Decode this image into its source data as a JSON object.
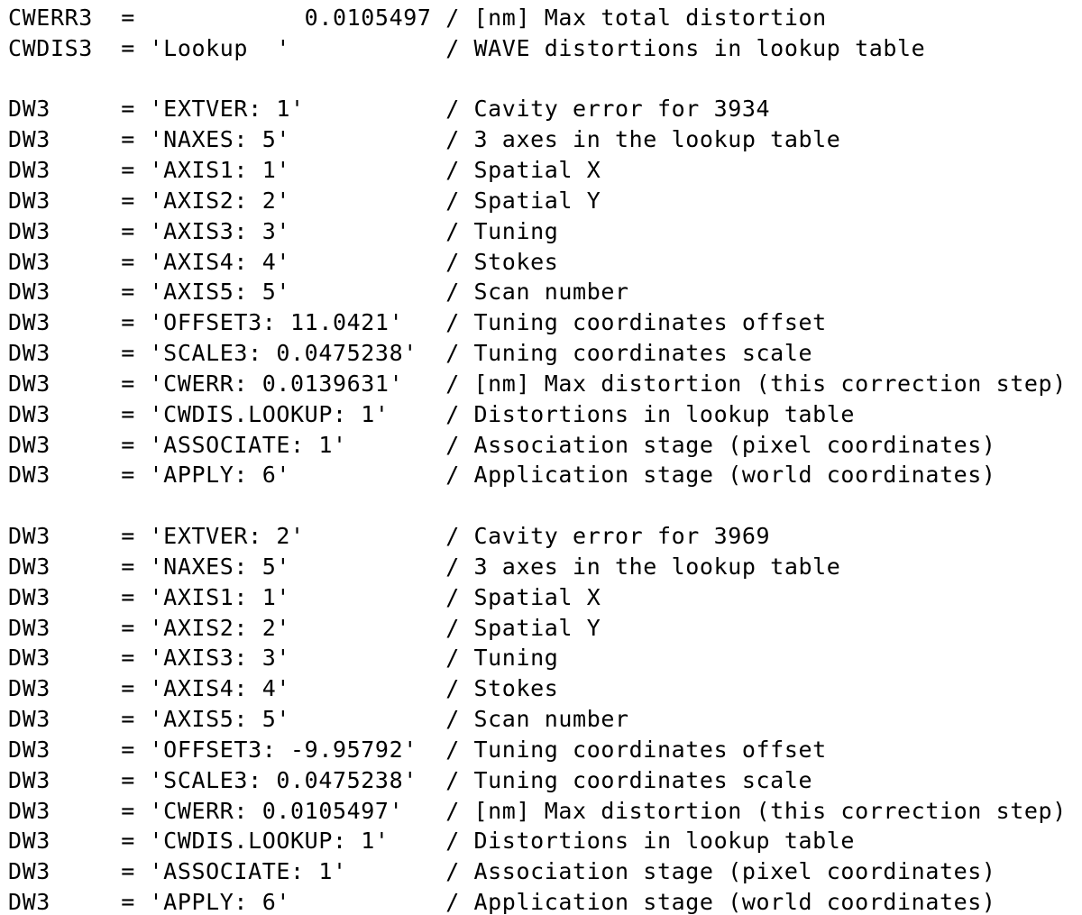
{
  "page": {
    "background_color": "#ffffff",
    "text_color": "#000000",
    "description_kind": "fits-header-card-listing"
  },
  "fits_header": {
    "cards": [
      {
        "kw": "CWERR3",
        "val": "0.0105497",
        "num": true,
        "comment": "[nm] Max total distortion"
      },
      {
        "kw": "CWDIS3",
        "val": "'Lookup  '",
        "num": false,
        "comment": "WAVE distortions in lookup table"
      },
      {
        "blank": true
      },
      {
        "kw": "DW3",
        "val": "'EXTVER: 1'",
        "num": false,
        "comment": "Cavity error for 3934"
      },
      {
        "kw": "DW3",
        "val": "'NAXES: 5'",
        "num": false,
        "comment": "3 axes in the lookup table"
      },
      {
        "kw": "DW3",
        "val": "'AXIS1: 1'",
        "num": false,
        "comment": "Spatial X"
      },
      {
        "kw": "DW3",
        "val": "'AXIS2: 2'",
        "num": false,
        "comment": "Spatial Y"
      },
      {
        "kw": "DW3",
        "val": "'AXIS3: 3'",
        "num": false,
        "comment": "Tuning"
      },
      {
        "kw": "DW3",
        "val": "'AXIS4: 4'",
        "num": false,
        "comment": "Stokes"
      },
      {
        "kw": "DW3",
        "val": "'AXIS5: 5'",
        "num": false,
        "comment": "Scan number"
      },
      {
        "kw": "DW3",
        "val": "'OFFSET3: 11.0421'",
        "num": false,
        "comment": "Tuning coordinates offset"
      },
      {
        "kw": "DW3",
        "val": "'SCALE3: 0.0475238'",
        "num": false,
        "comment": "Tuning coordinates scale"
      },
      {
        "kw": "DW3",
        "val": "'CWERR: 0.0139631'",
        "num": false,
        "comment": "[nm] Max distortion (this correction step)"
      },
      {
        "kw": "DW3",
        "val": "'CWDIS.LOOKUP: 1'",
        "num": false,
        "comment": "Distortions in lookup table"
      },
      {
        "kw": "DW3",
        "val": "'ASSOCIATE: 1'",
        "num": false,
        "comment": "Association stage (pixel coordinates)"
      },
      {
        "kw": "DW3",
        "val": "'APPLY: 6'",
        "num": false,
        "comment": "Application stage (world coordinates)"
      },
      {
        "blank": true
      },
      {
        "kw": "DW3",
        "val": "'EXTVER: 2'",
        "num": false,
        "comment": "Cavity error for 3969"
      },
      {
        "kw": "DW3",
        "val": "'NAXES: 5'",
        "num": false,
        "comment": "3 axes in the lookup table"
      },
      {
        "kw": "DW3",
        "val": "'AXIS1: 1'",
        "num": false,
        "comment": "Spatial X"
      },
      {
        "kw": "DW3",
        "val": "'AXIS2: 2'",
        "num": false,
        "comment": "Spatial Y"
      },
      {
        "kw": "DW3",
        "val": "'AXIS3: 3'",
        "num": false,
        "comment": "Tuning"
      },
      {
        "kw": "DW3",
        "val": "'AXIS4: 4'",
        "num": false,
        "comment": "Stokes"
      },
      {
        "kw": "DW3",
        "val": "'AXIS5: 5'",
        "num": false,
        "comment": "Scan number"
      },
      {
        "kw": "DW3",
        "val": "'OFFSET3: -9.95792'",
        "num": false,
        "comment": "Tuning coordinates offset"
      },
      {
        "kw": "DW3",
        "val": "'SCALE3: 0.0475238'",
        "num": false,
        "comment": "Tuning coordinates scale"
      },
      {
        "kw": "DW3",
        "val": "'CWERR: 0.0105497'",
        "num": false,
        "comment": "[nm] Max distortion (this correction step)"
      },
      {
        "kw": "DW3",
        "val": "'CWDIS.LOOKUP: 1'",
        "num": false,
        "comment": "Distortions in lookup table"
      },
      {
        "kw": "DW3",
        "val": "'ASSOCIATE: 1'",
        "num": false,
        "comment": "Association stage (pixel coordinates)"
      },
      {
        "kw": "DW3",
        "val": "'APPLY: 6'",
        "num": false,
        "comment": "Application stage (world coordinates)"
      }
    ]
  }
}
